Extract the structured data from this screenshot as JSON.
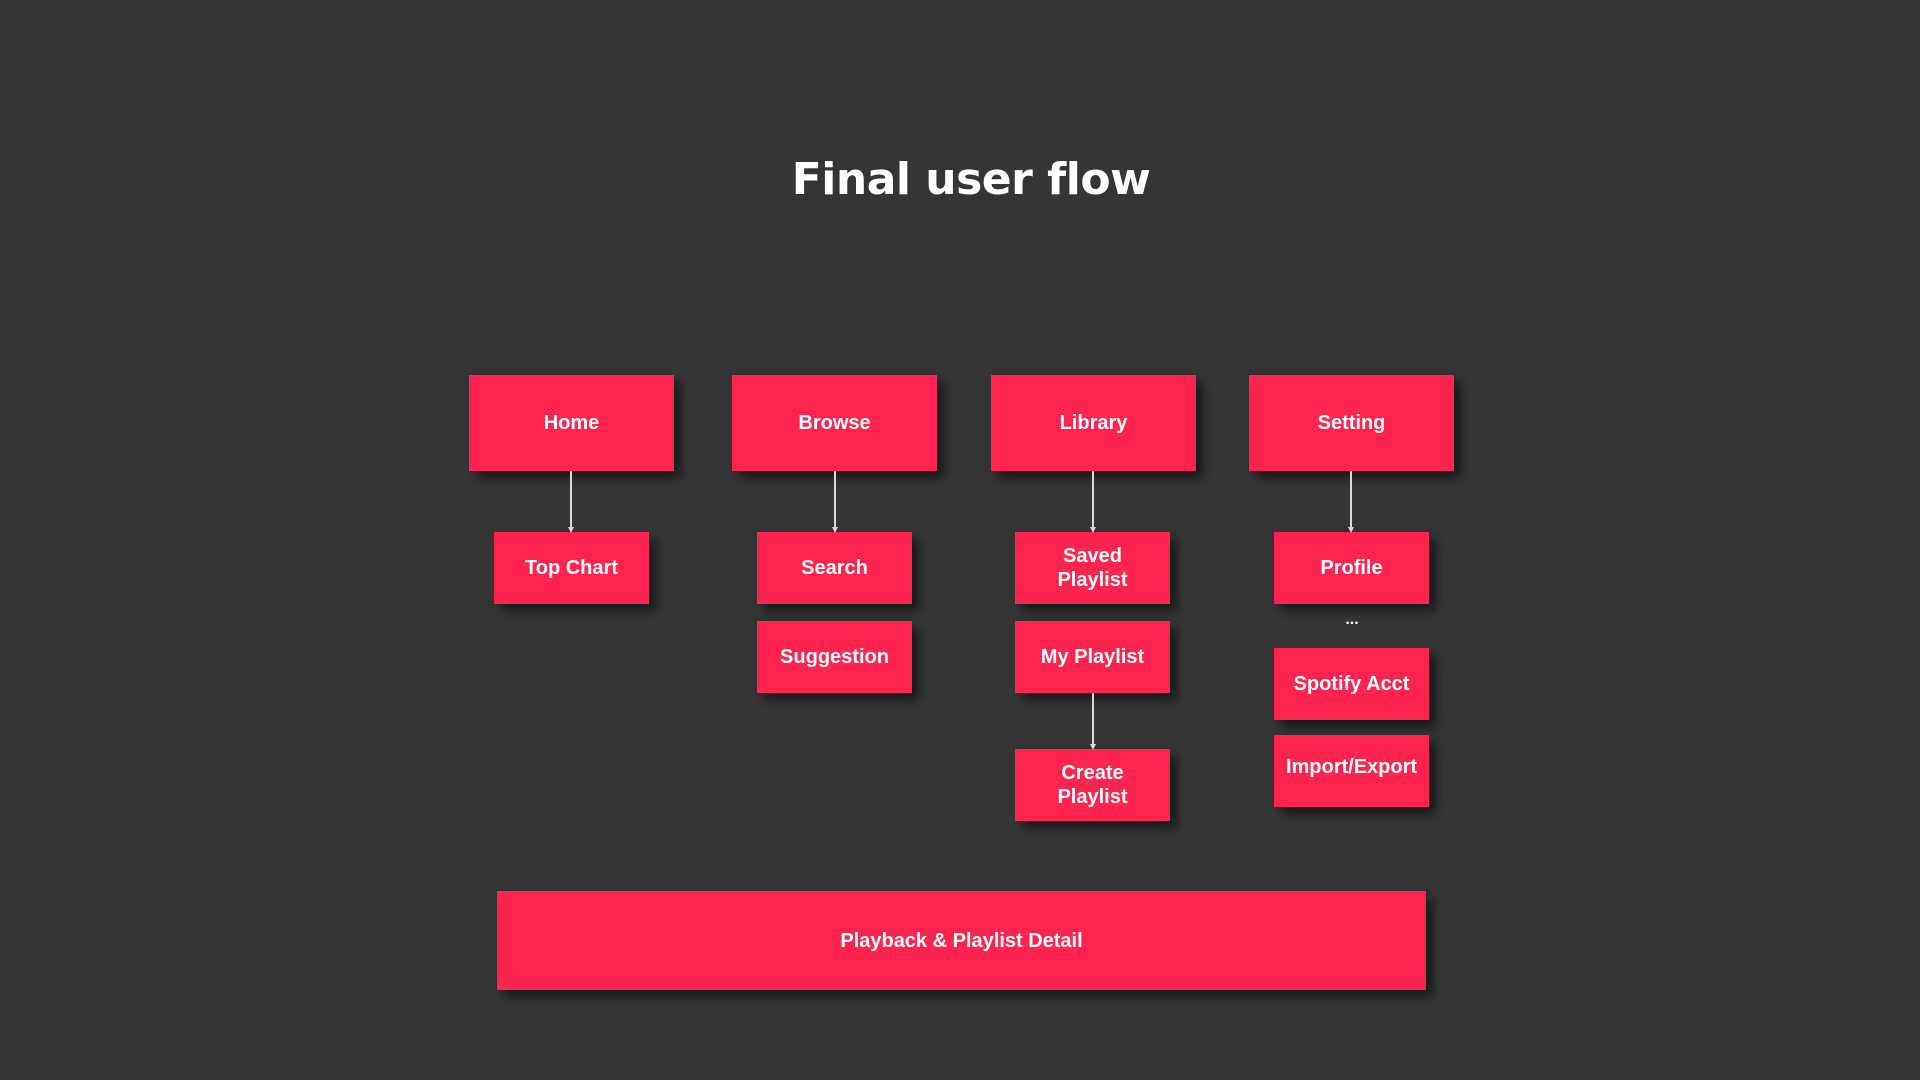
{
  "title": "Final user flow",
  "nodes": {
    "home": "Home",
    "browse": "Browse",
    "library": "Library",
    "setting": "Setting",
    "top_chart": "Top Chart",
    "search": "Search",
    "suggestion": "Suggestion",
    "saved_playlist": "Saved Playlist",
    "my_playlist": "My Playlist",
    "create_playlist": "Create Playlist",
    "profile": "Profile",
    "ellipsis": "...",
    "spotify_acct": "Spotify Acct",
    "import_export": "Import/Export",
    "playback_detail": "Playback & Playlist Detail"
  },
  "colors": {
    "background": "#353535",
    "node_fill": "#ff2350",
    "text": "#ffffff",
    "connector": "#d8d8d8"
  }
}
